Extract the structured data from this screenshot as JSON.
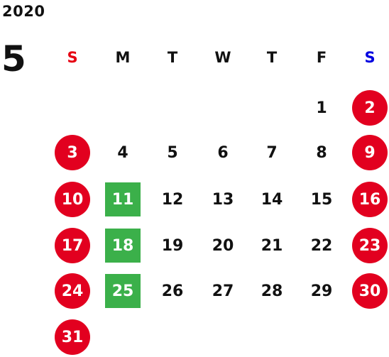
{
  "calendar": {
    "year": "2020",
    "month": "5",
    "weekdays": [
      {
        "label": "S",
        "color": "#e60012"
      },
      {
        "label": "M",
        "color": "#111111"
      },
      {
        "label": "T",
        "color": "#111111"
      },
      {
        "label": "W",
        "color": "#111111"
      },
      {
        "label": "T",
        "color": "#111111"
      },
      {
        "label": "F",
        "color": "#111111"
      },
      {
        "label": "S",
        "color": "#0000e0"
      }
    ],
    "colors": {
      "holiday_circle": "#e2001f",
      "closed_square": "#3bb04a",
      "text": "#111111"
    },
    "weeks": [
      [
        null,
        null,
        null,
        null,
        null,
        {
          "day": "1",
          "mark": "none"
        },
        {
          "day": "2",
          "mark": "holiday"
        }
      ],
      [
        {
          "day": "3",
          "mark": "holiday"
        },
        {
          "day": "4",
          "mark": "none"
        },
        {
          "day": "5",
          "mark": "none"
        },
        {
          "day": "6",
          "mark": "none"
        },
        {
          "day": "7",
          "mark": "none"
        },
        {
          "day": "8",
          "mark": "none"
        },
        {
          "day": "9",
          "mark": "holiday"
        }
      ],
      [
        {
          "day": "10",
          "mark": "holiday"
        },
        {
          "day": "11",
          "mark": "closed"
        },
        {
          "day": "12",
          "mark": "none"
        },
        {
          "day": "13",
          "mark": "none"
        },
        {
          "day": "14",
          "mark": "none"
        },
        {
          "day": "15",
          "mark": "none"
        },
        {
          "day": "16",
          "mark": "holiday"
        }
      ],
      [
        {
          "day": "17",
          "mark": "holiday"
        },
        {
          "day": "18",
          "mark": "closed"
        },
        {
          "day": "19",
          "mark": "none"
        },
        {
          "day": "20",
          "mark": "none"
        },
        {
          "day": "21",
          "mark": "none"
        },
        {
          "day": "22",
          "mark": "none"
        },
        {
          "day": "23",
          "mark": "holiday"
        }
      ],
      [
        {
          "day": "24",
          "mark": "holiday"
        },
        {
          "day": "25",
          "mark": "closed"
        },
        {
          "day": "26",
          "mark": "none"
        },
        {
          "day": "27",
          "mark": "none"
        },
        {
          "day": "28",
          "mark": "none"
        },
        {
          "day": "29",
          "mark": "none"
        },
        {
          "day": "30",
          "mark": "holiday"
        }
      ],
      [
        {
          "day": "31",
          "mark": "holiday"
        },
        null,
        null,
        null,
        null,
        null,
        null
      ]
    ]
  }
}
